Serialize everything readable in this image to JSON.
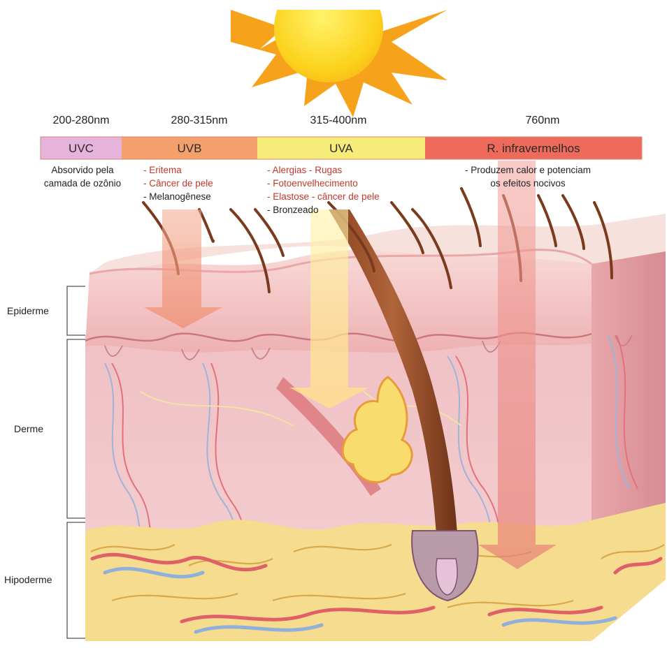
{
  "bands": [
    {
      "id": "uvc",
      "range": "200-280nm",
      "label": "UVC",
      "color": "#e6b3dc"
    },
    {
      "id": "uvb",
      "range": "280-315nm",
      "label": "UVB",
      "color": "#f4a06c"
    },
    {
      "id": "uva",
      "range": "315-400nm",
      "label": "UVA",
      "color": "#f7ec7a"
    },
    {
      "id": "ir",
      "range": "760nm",
      "label": "R. infravermelhos",
      "color": "#ee6a5a"
    }
  ],
  "effects": {
    "uvc": [
      "Absorvido pela",
      "camada de ozônio"
    ],
    "uvb": [
      {
        "text": "- Eritema",
        "tone": "red"
      },
      {
        "text": "- Câncer de pele",
        "tone": "red"
      },
      {
        "text": "- Melanogênese",
        "tone": "dark"
      }
    ],
    "uva": [
      {
        "text": "- Alergias - Rugas",
        "tone": "red"
      },
      {
        "text": "- Fotoenvelhecimento",
        "tone": "red"
      },
      {
        "text": "- Elastose - câncer de pele",
        "tone": "red"
      },
      {
        "text": "- Bronzeado",
        "tone": "dark"
      }
    ],
    "ir": [
      "- Produzem calor e potenciam",
      "os efeitos nocivos"
    ]
  },
  "layers": {
    "epiderme": "Epiderme",
    "derme": "Derme",
    "hipoderme": "Hipoderme"
  },
  "colors": {
    "sun": "#fcd21c",
    "sun_ray": "#f7a21b",
    "skin_top": "#f3cfcd",
    "dermis": "#f1c3c6",
    "fat": "#f6dc8e",
    "hair": "#7a3a1e"
  }
}
